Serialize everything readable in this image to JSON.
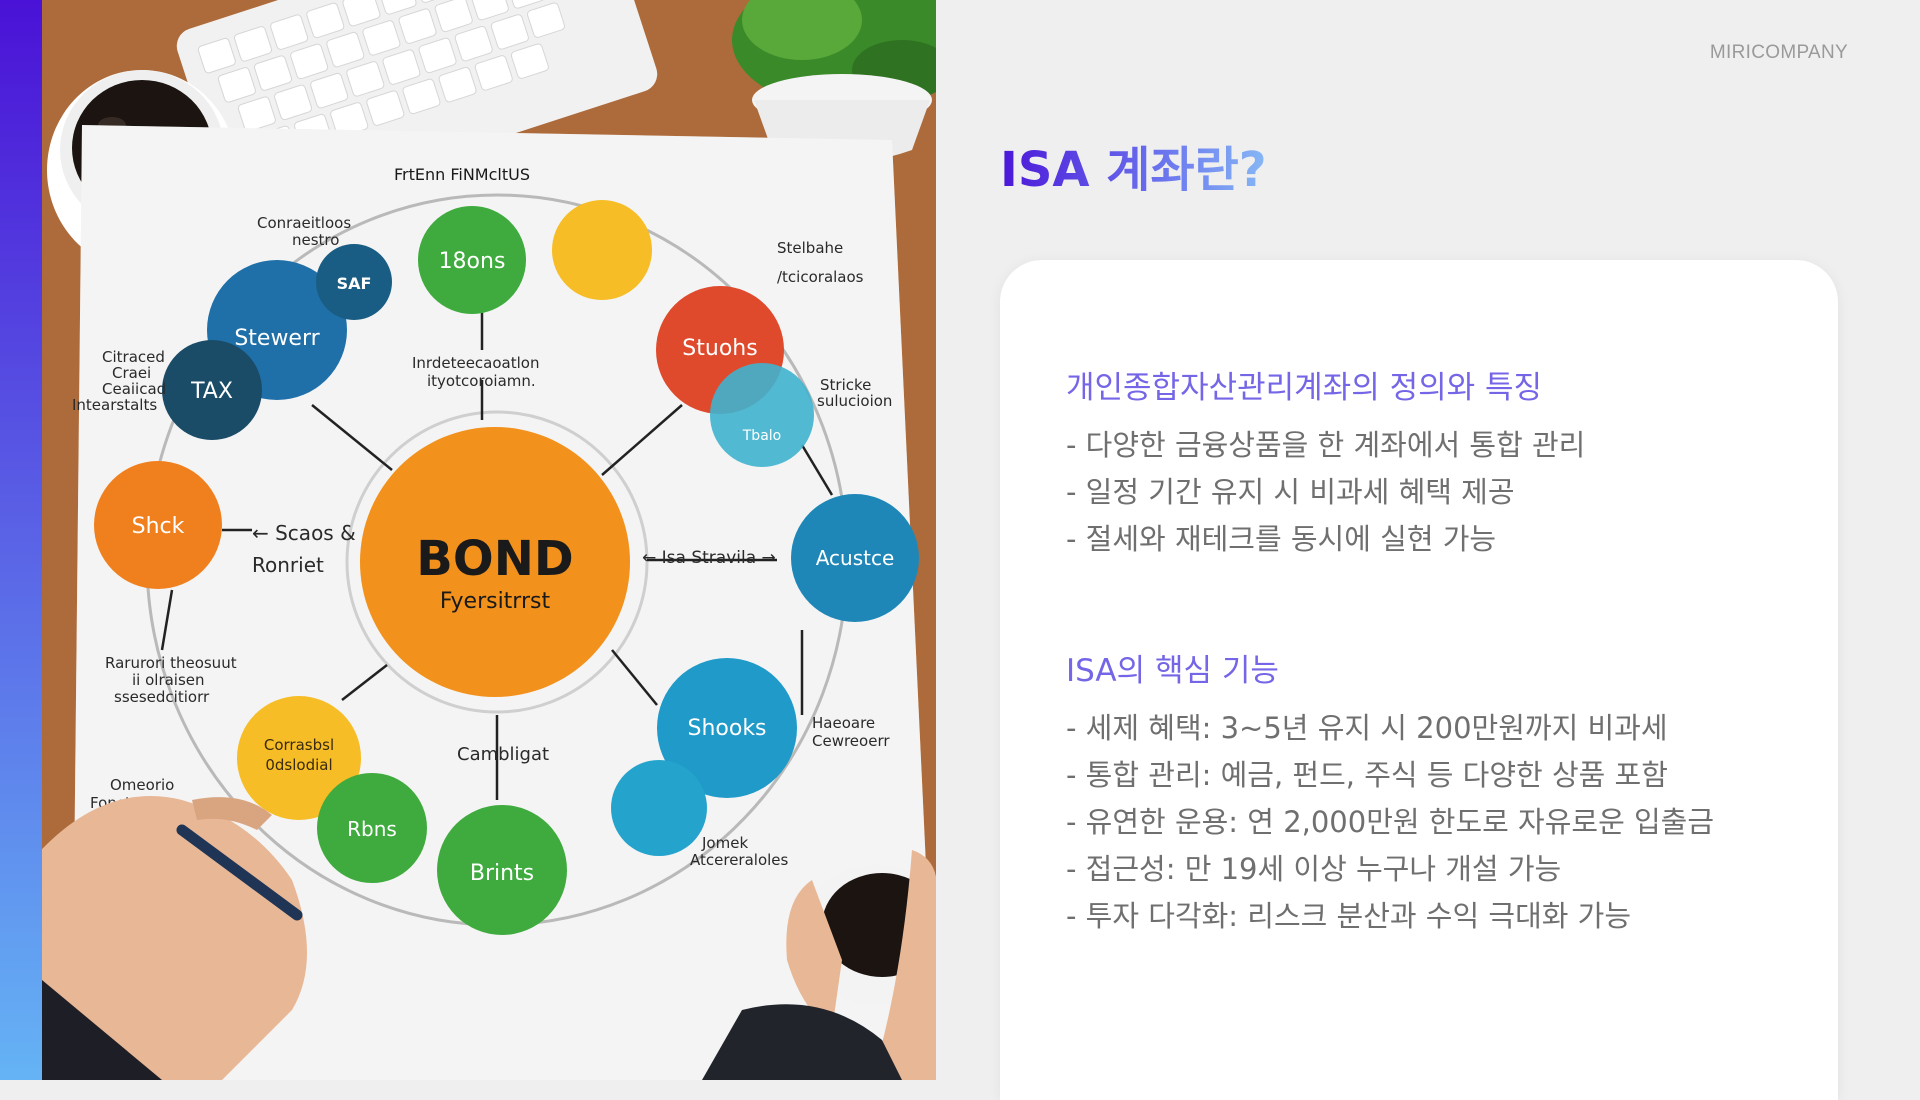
{
  "brand": "MIRICOMPANY",
  "title": "ISA 계좌란?",
  "sections": [
    {
      "heading": "개인종합자산관리계좌의 정의와 특징",
      "items": [
        "- 다양한 금융상품을 한 계좌에서 통합 관리",
        "- 일정 기간 유지 시 비과세 혜택 제공",
        "- 절세와 재테크를 동시에 실현 가능"
      ]
    },
    {
      "heading": "ISA의 핵심 기능",
      "items": [
        "- 세제 혜택: 3~5년 유지 시 200만원까지 비과세",
        "- 통합 관리: 예금, 펀드, 주식 등 다양한 상품 포함",
        "- 유연한 운용: 연 2,000만원 한도로 자유로운 입출금",
        "- 접근성: 만 19세 이상 누구나 개설 가능",
        "- 투자 다각화: 리스크 분산과 수익 극대화 가능"
      ]
    }
  ],
  "photo": {
    "center_title": "BOND",
    "center_subtitle": "Fyersitrrst",
    "top_label": "FrtEnn FiNMcltUS",
    "circles": [
      "18ons",
      "SAF",
      "Stewerr",
      "TAX",
      "Stuohs",
      "Tbalo",
      "Acustce",
      "Shck",
      "Shooks",
      "Corrasbsl 0dslodial",
      "Rbns",
      "Brints"
    ],
    "labels": [
      "Conraeitloos nestro",
      "Stelbahe /tcicoralaos",
      "Citraced Craei Ceaiicad Intearstalts",
      "Inrdeteecaoatlon ityotcoroiamn.",
      "Stricke sulucioion",
      "Scaos & Ronriet",
      "Isa Stravila",
      "Rarurori theosuut ii olraisen ssesedcitiorr",
      "Haeoare Cewreoerr",
      "Cambligat",
      "Omeorio Foncte",
      "Jomek Atcereraloles"
    ],
    "colors": {
      "orange": "#f2911c",
      "green": "#3fab3e",
      "yellow": "#f7bd26",
      "red": "#e04a2c",
      "blue": "#1f87b8",
      "teal": "#40b3cf",
      "navy": "#1a5d84"
    }
  }
}
